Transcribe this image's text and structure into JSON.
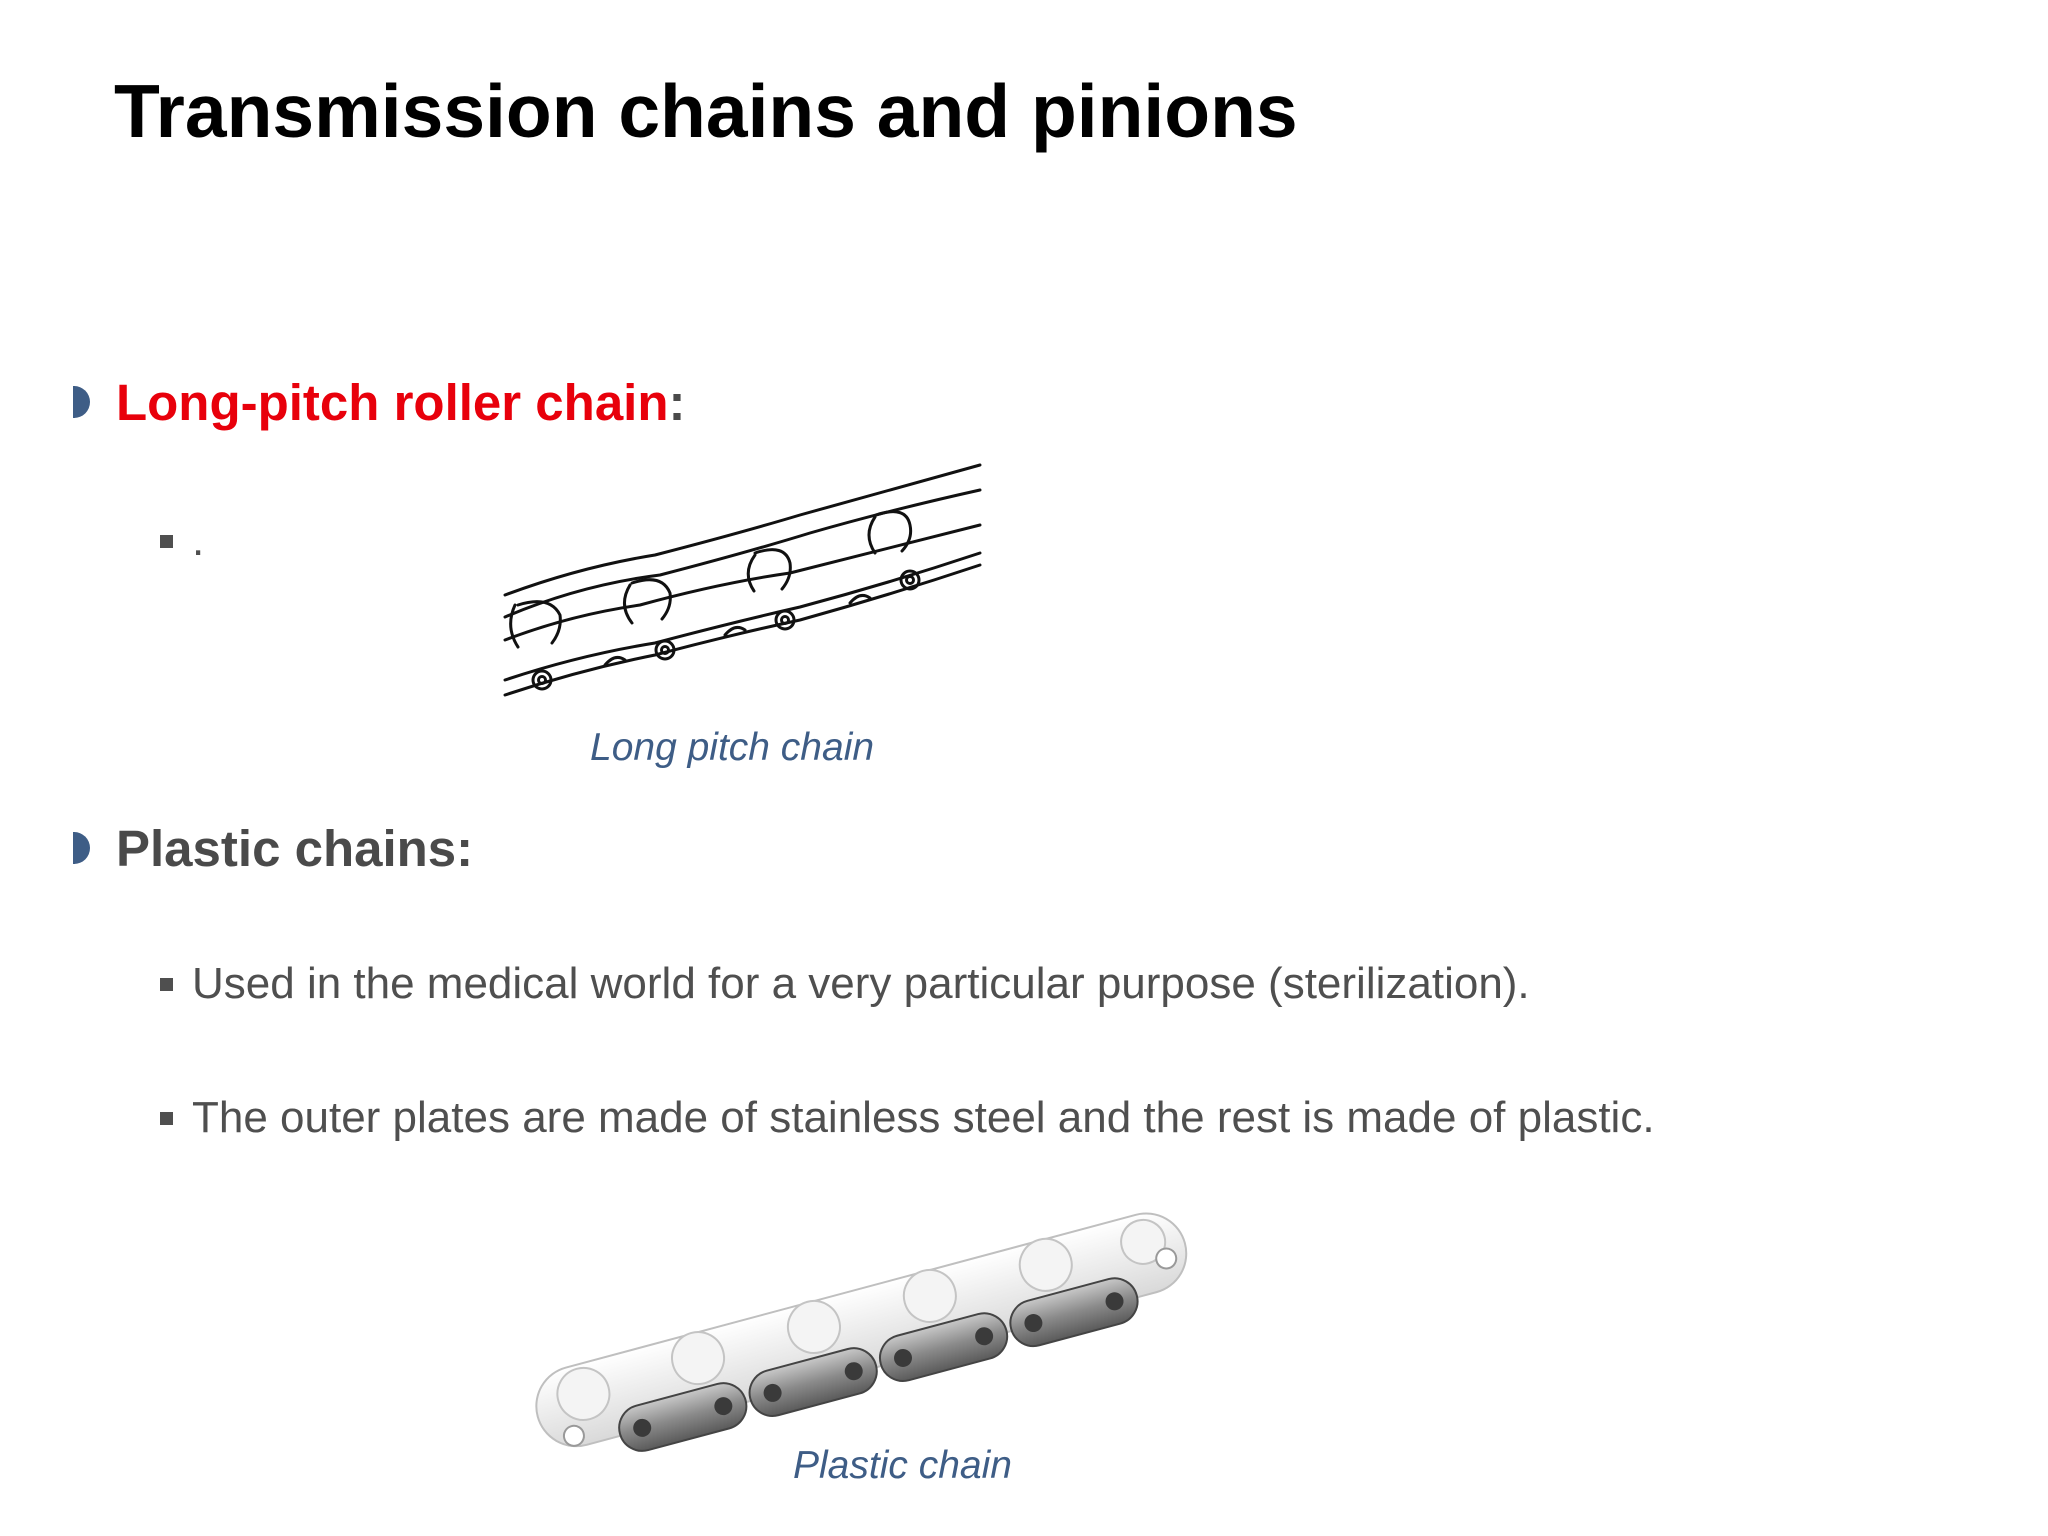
{
  "slide": {
    "title": "Transmission chains and pinions",
    "sections": [
      {
        "heading_accent": "Long-pitch roller chain",
        "heading_rest": ":",
        "bullets": [
          "."
        ],
        "figure_caption": "Long pitch chain"
      },
      {
        "heading": "Plastic chains:",
        "bullets": [
          "Used in the medical world for a very particular purpose (sterilization).",
          "The outer plates are made of stainless steel and the rest is made of plastic."
        ],
        "figure_caption": "Plastic chain"
      }
    ]
  },
  "colors": {
    "accent_red": "#e8000b",
    "bullet_blue": "#3e5d86",
    "body_gray": "#4f4f4f"
  },
  "icons": {
    "section_bullet": "half-circle-bullet-icon",
    "sub_bullet": "square-bullet-icon"
  }
}
